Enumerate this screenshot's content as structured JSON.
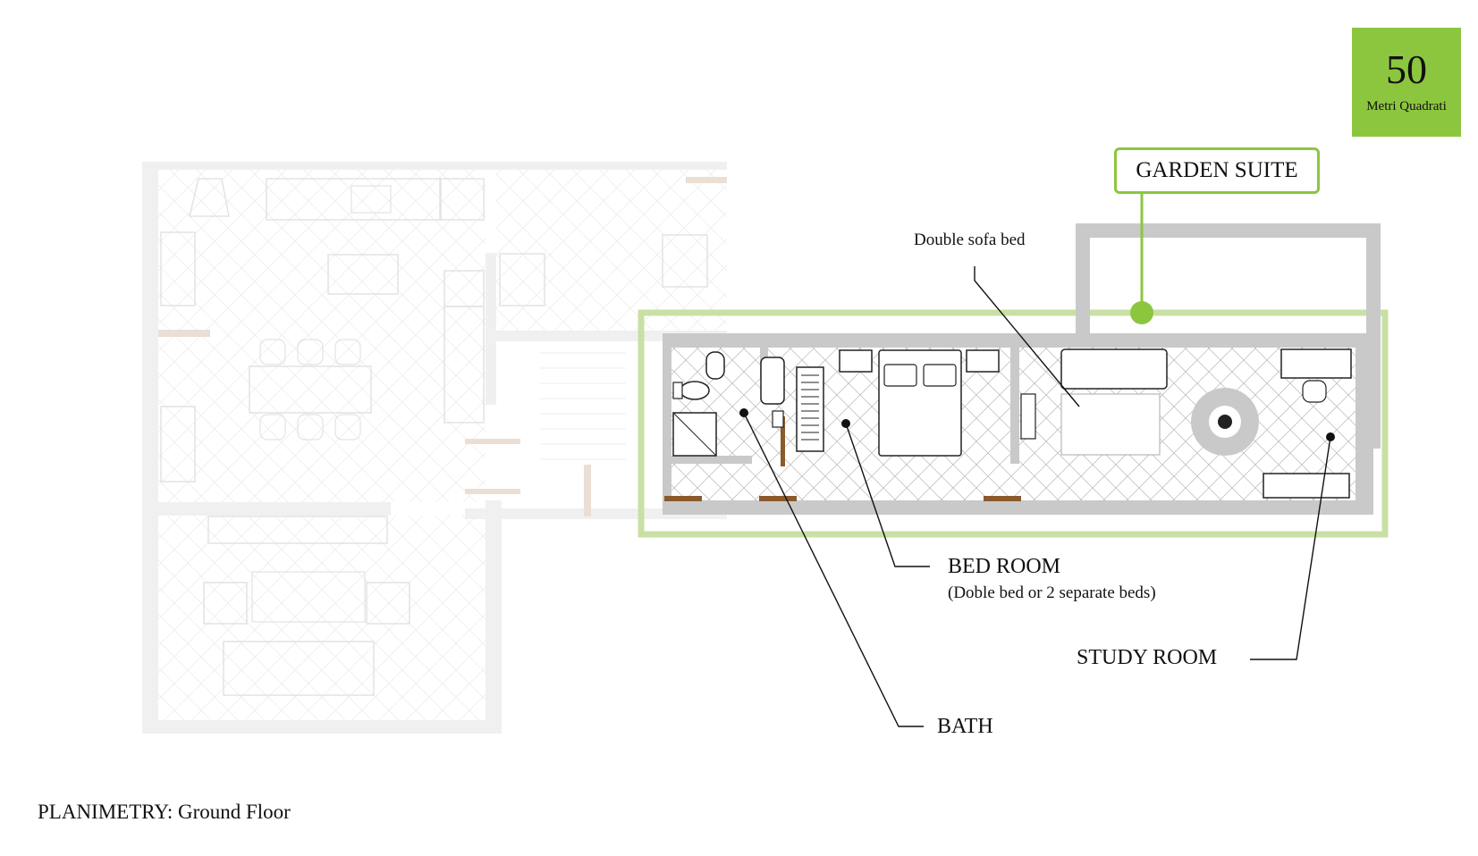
{
  "area": {
    "value": "50",
    "unit": "Metri Quadrati"
  },
  "suite_name": "GARDEN SUITE",
  "rooms": {
    "sofa_bed": "Double sofa bed",
    "bed_room": "BED ROOM",
    "bed_room_note": "(Doble bed or 2 separate beds)",
    "study_room": "STUDY ROOM",
    "bath": "BATH"
  },
  "footer": {
    "prefix": "PLANIMETRY:",
    "floor": "Ground Floor"
  },
  "colors": {
    "accent": "#8cc63f",
    "accent_light": "#c9e0a4",
    "wall": "#c9c9c9",
    "faded": "#e4e4e4",
    "door": "#8b5a2b",
    "door_faded": "#e6d8cc"
  }
}
